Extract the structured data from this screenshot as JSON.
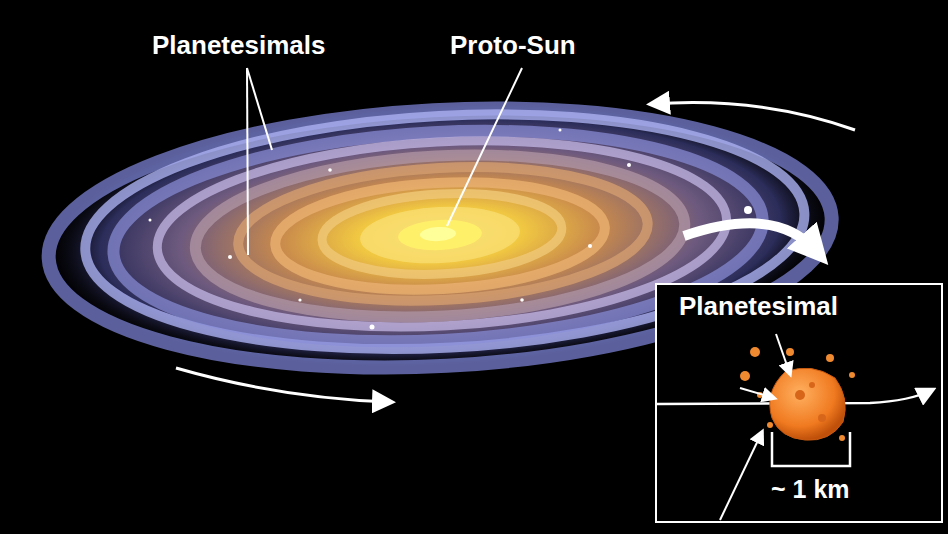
{
  "diagram": {
    "nodes": [
      {
        "text": [
          "Planetesimal",
          "~ 1 km"
        ]
      }
    ],
    "labels": [
      "Planetesimals",
      "Proto-Sun"
    ]
  }
}
